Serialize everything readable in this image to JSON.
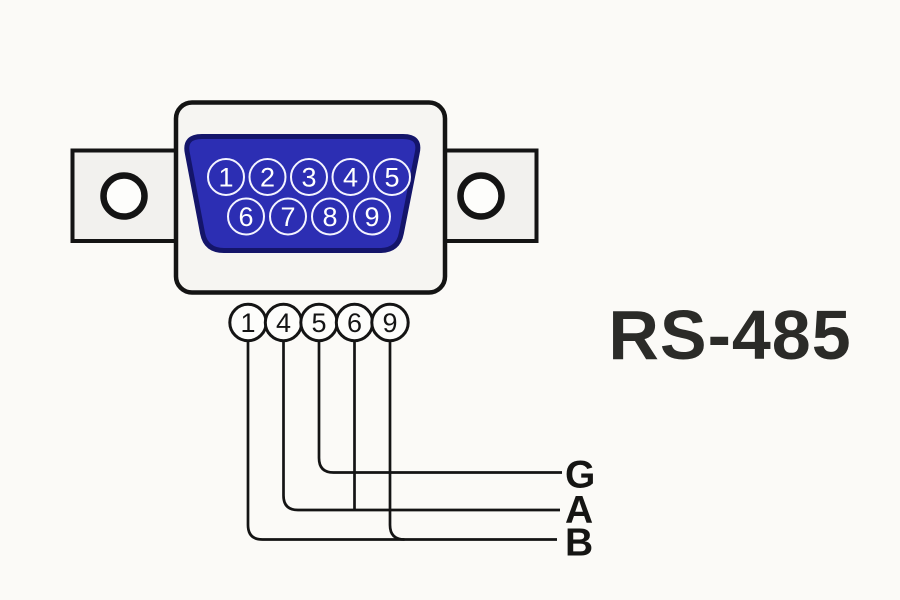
{
  "title": {
    "text": "RS-485"
  },
  "colors": {
    "background": "#fbfaf7",
    "face": "#2c2eb3",
    "face_border": "#14156a",
    "shell_fill": "#f6f5f2",
    "bracket_fill": "#f2f1ee",
    "line": "#141414"
  },
  "connector": {
    "kind": "db9-connector-face",
    "pins_top": [
      "1",
      "2",
      "3",
      "4",
      "5"
    ],
    "pins_bottom": [
      "6",
      "7",
      "8",
      "9"
    ]
  },
  "breakout": {
    "pins": [
      "1",
      "4",
      "5",
      "6",
      "9"
    ]
  },
  "signals": [
    {
      "label": "G",
      "connected_pins": [
        "5"
      ]
    },
    {
      "label": "A",
      "connected_pins": [
        "4",
        "6"
      ]
    },
    {
      "label": "B",
      "connected_pins": [
        "1",
        "9"
      ]
    }
  ]
}
